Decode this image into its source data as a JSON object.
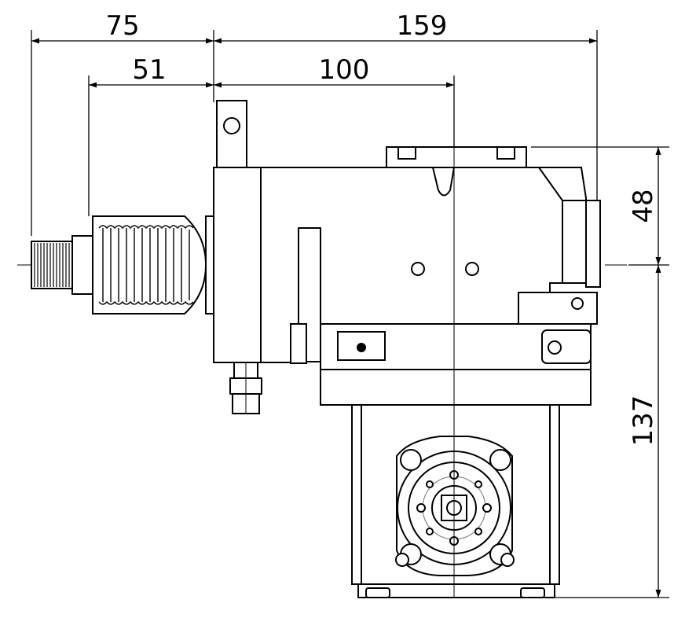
{
  "drawing": {
    "line_color": "#000000",
    "background": "#ffffff",
    "part_fill": "#ffffff"
  },
  "dimensions": {
    "top_left_outer": "75",
    "top_right_outer": "159",
    "top_left_inner": "51",
    "top_right_inner": "100",
    "right_upper": "48",
    "right_lower": "137"
  }
}
